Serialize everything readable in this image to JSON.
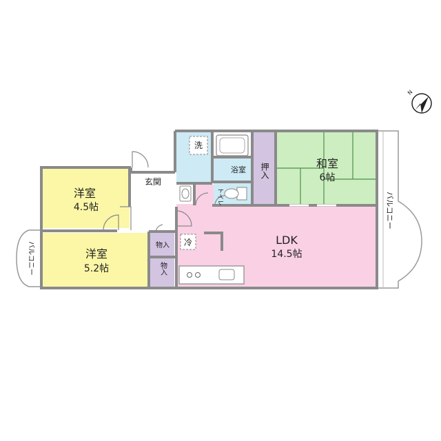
{
  "colors": {
    "wall": "#8a8a8a",
    "western_room": "#fbf7a6",
    "japanese_room": "#cdeec0",
    "ldk": "#fad0e4",
    "storage": "#d3c4e1",
    "bath": "#cdeaf5",
    "white": "#ffffff"
  },
  "rooms": {
    "western_room_1": {
      "name": "洋室",
      "size": "4.5帖"
    },
    "western_room_2": {
      "name": "洋室",
      "size": "5.2帖"
    },
    "japanese_room": {
      "name": "和室",
      "size": "6帖"
    },
    "ldk": {
      "name": "LDK",
      "size": "14.5帖"
    },
    "entrance": "玄関",
    "bathroom": "浴室",
    "toilet": "トイレ",
    "oshiire": "押入",
    "storage_1": "物入",
    "storage_2": "物入",
    "laundry": "洗",
    "fridge": "冷"
  },
  "balcony_left": "バルコニー",
  "balcony_right": "バルコニー",
  "compass": {
    "label": "N",
    "icon": "north-arrow-icon"
  }
}
